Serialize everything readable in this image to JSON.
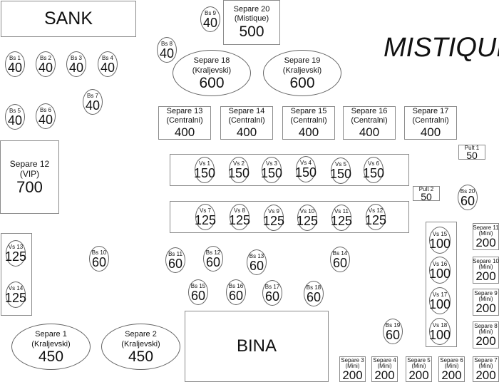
{
  "title": "MISTIQUE",
  "areas": {
    "bar": "SANK",
    "stage": "BINA"
  },
  "booths": [
    {
      "id": "bs1",
      "name": "Bs 1",
      "price": "40"
    },
    {
      "id": "bs2",
      "name": "Bs 2",
      "price": "40"
    },
    {
      "id": "bs3",
      "name": "Bs 3",
      "price": "40"
    },
    {
      "id": "bs4",
      "name": "Bs 4",
      "price": "40"
    },
    {
      "id": "bs5",
      "name": "Bs 5",
      "price": "40"
    },
    {
      "id": "bs6",
      "name": "Bs 6",
      "price": "40"
    },
    {
      "id": "bs7",
      "name": "Bs 7",
      "price": "40"
    },
    {
      "id": "bs8",
      "name": "Bs 8",
      "price": "40"
    },
    {
      "id": "bs9",
      "name": "Bs 9",
      "price": "40"
    },
    {
      "id": "bs10",
      "name": "Bs 10",
      "price": "60"
    },
    {
      "id": "bs11",
      "name": "Bs 11",
      "price": "60"
    },
    {
      "id": "bs12",
      "name": "Bs 12",
      "price": "60"
    },
    {
      "id": "bs13",
      "name": "Bs 13",
      "price": "60"
    },
    {
      "id": "bs14",
      "name": "Bs 14",
      "price": "60"
    },
    {
      "id": "bs15",
      "name": "Bs 15",
      "price": "60"
    },
    {
      "id": "bs16",
      "name": "Bs 16",
      "price": "60"
    },
    {
      "id": "bs17",
      "name": "Bs 17",
      "price": "60"
    },
    {
      "id": "bs18",
      "name": "Bs 18",
      "price": "60"
    },
    {
      "id": "bs19",
      "name": "Bs 19",
      "price": "60"
    },
    {
      "id": "bs20",
      "name": "Bs 20",
      "price": "60"
    }
  ],
  "vs": [
    {
      "id": "vs1",
      "name": "Vs 1",
      "price": "150"
    },
    {
      "id": "vs2",
      "name": "Vs 2",
      "price": "150"
    },
    {
      "id": "vs3",
      "name": "Vs 3",
      "price": "150"
    },
    {
      "id": "vs4",
      "name": "Vs 4",
      "price": "150"
    },
    {
      "id": "vs5",
      "name": "Vs 5",
      "price": "150"
    },
    {
      "id": "vs6",
      "name": "Vs 6",
      "price": "150"
    },
    {
      "id": "vs7",
      "name": "Vs 7",
      "price": "125"
    },
    {
      "id": "vs8",
      "name": "Vs 8",
      "price": "125"
    },
    {
      "id": "vs9",
      "name": "Vs 9",
      "price": "125"
    },
    {
      "id": "vs10",
      "name": "Vs 10",
      "price": "125"
    },
    {
      "id": "vs11",
      "name": "Vs 11",
      "price": "125"
    },
    {
      "id": "vs12",
      "name": "Vs 12",
      "price": "125"
    },
    {
      "id": "vs13",
      "name": "Vs 13",
      "price": "125"
    },
    {
      "id": "vs14",
      "name": "Vs 14",
      "price": "125"
    },
    {
      "id": "vs15",
      "name": "Vs 15",
      "price": "100"
    },
    {
      "id": "vs16",
      "name": "Vs 16",
      "price": "100"
    },
    {
      "id": "vs17",
      "name": "Vs 17",
      "price": "100"
    },
    {
      "id": "vs18",
      "name": "Vs 18",
      "price": "100"
    }
  ],
  "pults": [
    {
      "id": "pult1",
      "name": "Pult 1",
      "price": "50"
    },
    {
      "id": "pult2",
      "name": "Pult 2",
      "price": "50"
    }
  ],
  "separes": {
    "s1": {
      "name": "Separe 1",
      "type": "(Kraljevski)",
      "price": "450"
    },
    "s2": {
      "name": "Separe 2",
      "type": "(Kraljevski)",
      "price": "450"
    },
    "s3": {
      "name": "Separe 3",
      "type": "(Mini)",
      "price": "200"
    },
    "s4": {
      "name": "Separe 4",
      "type": "(Mini)",
      "price": "200"
    },
    "s5": {
      "name": "Separe 5",
      "type": "(Mini)",
      "price": "200"
    },
    "s6": {
      "name": "Separe 6",
      "type": "(Mini)",
      "price": "200"
    },
    "s7": {
      "name": "Separe 7",
      "type": "(Mini)",
      "price": "200"
    },
    "s8": {
      "name": "Separe 8",
      "type": "(Mini)",
      "price": "200"
    },
    "s9": {
      "name": "Separe 9",
      "type": "(Mini)",
      "price": "200"
    },
    "s10": {
      "name": "Separe 10",
      "type": "(Mini)",
      "price": "200"
    },
    "s11": {
      "name": "Separe 11",
      "type": "(Mini)",
      "price": "200"
    },
    "s12": {
      "name": "Separe 12",
      "type": "(VIP)",
      "price": "700"
    },
    "s13": {
      "name": "Separe 13",
      "type": "(Centralni)",
      "price": "400"
    },
    "s14": {
      "name": "Separe 14",
      "type": "(Centralni)",
      "price": "400"
    },
    "s15": {
      "name": "Separe 15",
      "type": "(Centralni)",
      "price": "400"
    },
    "s16": {
      "name": "Separe 16",
      "type": "(Centralni)",
      "price": "400"
    },
    "s17": {
      "name": "Separe 17",
      "type": "(Centralni)",
      "price": "400"
    },
    "s18": {
      "name": "Separe 18",
      "type": "(Kraljevski)",
      "price": "600"
    },
    "s19": {
      "name": "Separe 19",
      "type": "(Kraljevski)",
      "price": "600"
    },
    "s20": {
      "name": "Separe 20",
      "type": "(Mistique)",
      "price": "500"
    }
  }
}
